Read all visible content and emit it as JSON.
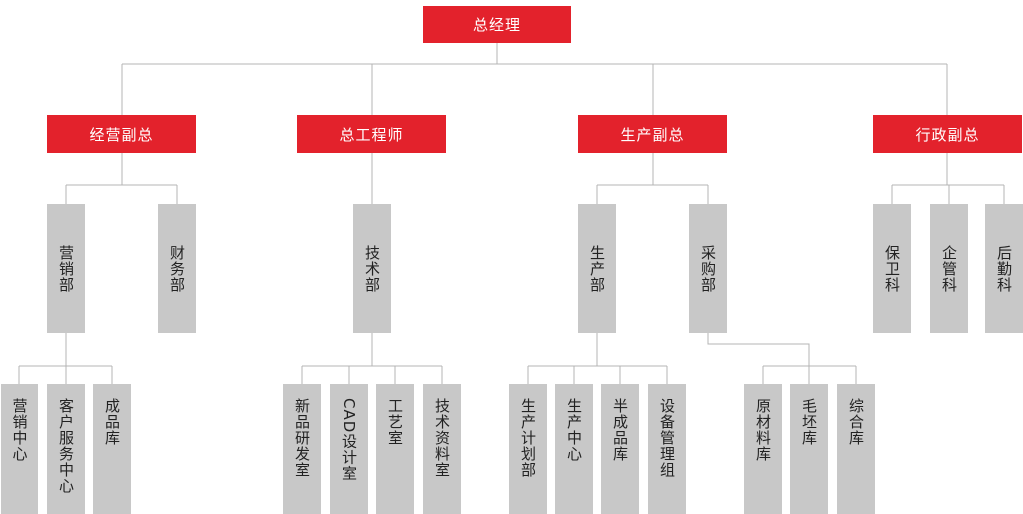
{
  "root": "总经理",
  "vps": [
    {
      "label": "经营副总",
      "depts": [
        {
          "label": "营销部",
          "units": [
            "营销中心",
            "客户服务中心",
            "成品库"
          ]
        },
        {
          "label": "财务部",
          "units": []
        }
      ]
    },
    {
      "label": "总工程师",
      "depts": [
        {
          "label": "技术部",
          "units": [
            "新品研发室",
            "CAD设计室",
            "工艺室",
            "技术资料室"
          ]
        }
      ]
    },
    {
      "label": "生产副总",
      "depts": [
        {
          "label": "生产部",
          "units": [
            "生产计划部",
            "生产中心",
            "半成品库",
            "设备管理组"
          ]
        },
        {
          "label": "采购部",
          "units": [
            "原材料库",
            "毛坯库",
            "综合库"
          ]
        }
      ]
    },
    {
      "label": "行政副总",
      "depts": [
        {
          "label": "保卫科",
          "units": []
        },
        {
          "label": "企管科",
          "units": []
        },
        {
          "label": "后勤科",
          "units": []
        }
      ]
    }
  ],
  "colors": {
    "header": "#e3222c",
    "box": "#c8c8c8",
    "line": "#b4b4b4"
  }
}
